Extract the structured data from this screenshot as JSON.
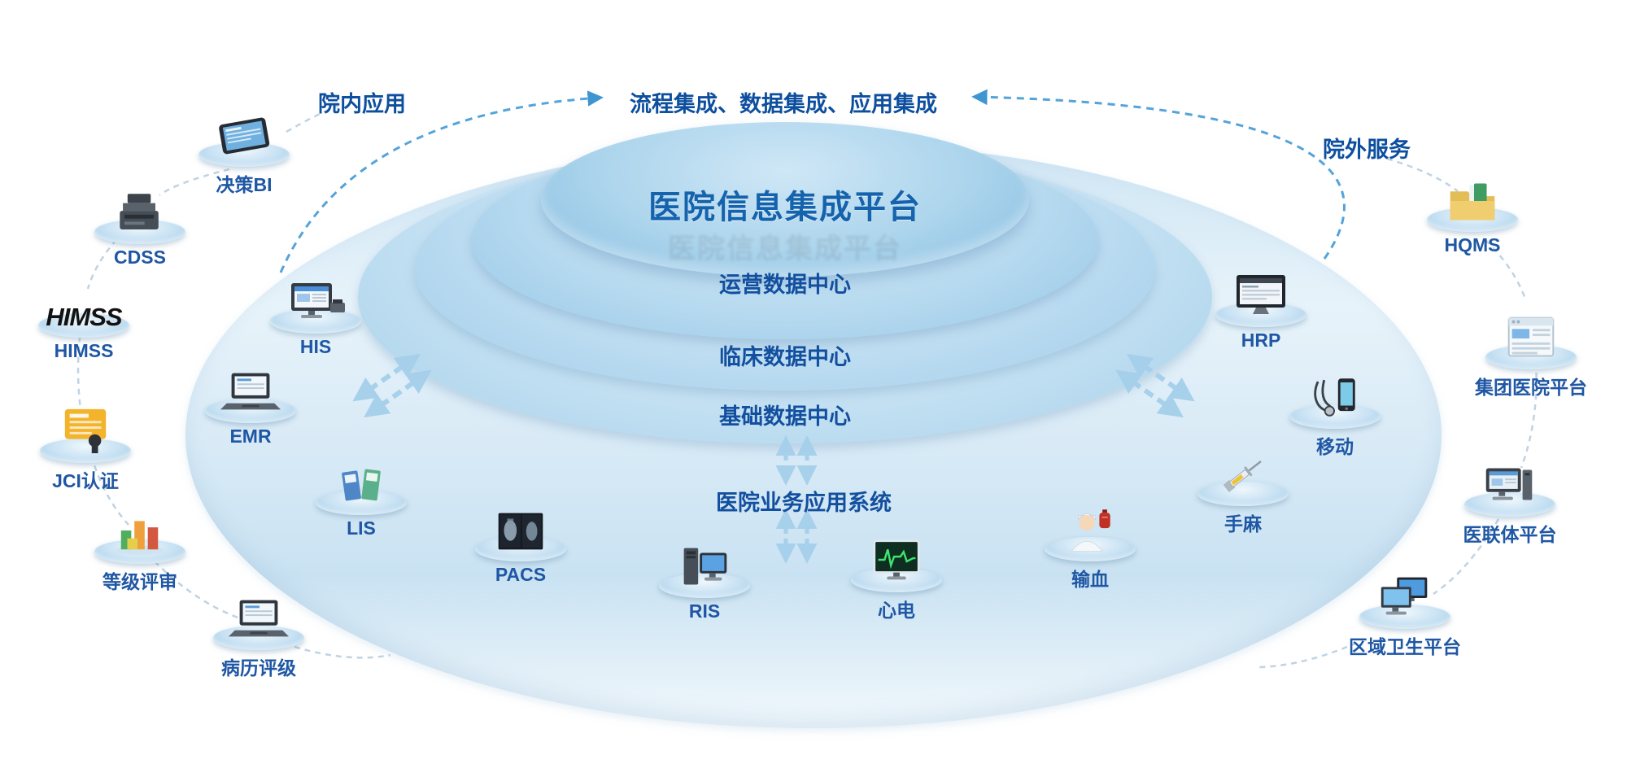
{
  "banner": {
    "inside": "院内应用",
    "integration": "流程集成、数据集成、应用集成",
    "outside": "院外服务"
  },
  "platform": {
    "title": "医院信息集成平台",
    "ghost_title": "医院信息集成平台",
    "tier_operations": "运营数据中心",
    "tier_clinical": "临床数据中心",
    "tier_basic": "基础数据中心",
    "apps_system": "医院业务应用系统"
  },
  "nodes": {
    "bi": {
      "label": "决策BI",
      "icon": "tablet-icon"
    },
    "cdss": {
      "label": "CDSS",
      "icon": "server-icon"
    },
    "himss": {
      "label": "HIMSS",
      "icon": "himss-logo",
      "logo": "HIMSS"
    },
    "jci": {
      "label": "JCI认证",
      "icon": "certificate-icon"
    },
    "grade": {
      "label": "等级评审",
      "icon": "bar-chart-icon"
    },
    "record": {
      "label": "病历评级",
      "icon": "laptop-icon"
    },
    "his": {
      "label": "HIS",
      "icon": "desktop-computer-icon"
    },
    "emr": {
      "label": "EMR",
      "icon": "laptop-icon"
    },
    "lis": {
      "label": "LIS",
      "icon": "folders-icon"
    },
    "pacs": {
      "label": "PACS",
      "icon": "xray-film-icon"
    },
    "ris": {
      "label": "RIS",
      "icon": "workstation-icon"
    },
    "ecg": {
      "label": "心电",
      "icon": "ecg-monitor-icon"
    },
    "blood": {
      "label": "输血",
      "icon": "nurse-blood-bag-icon"
    },
    "anesthesia": {
      "label": "手麻",
      "icon": "syringe-icon"
    },
    "mobile": {
      "label": "移动",
      "icon": "stethoscope-phone-icon"
    },
    "hrp": {
      "label": "HRP",
      "icon": "monitor-icon"
    },
    "hqms": {
      "label": "HQMS",
      "icon": "folder-documents-icon"
    },
    "group_hospital": {
      "label": "集团医院平台",
      "icon": "browser-window-icon"
    },
    "alliance": {
      "label": "医联体平台",
      "icon": "desktop-tower-icon"
    },
    "regional": {
      "label": "区域卫生平台",
      "icon": "dual-computers-icon"
    }
  },
  "colors": {
    "label_blue": "#1f57a4",
    "banner_blue": "#0d4f9e",
    "arc_blue": "#3f95d2",
    "disc_blue": "#9ecbe8"
  }
}
